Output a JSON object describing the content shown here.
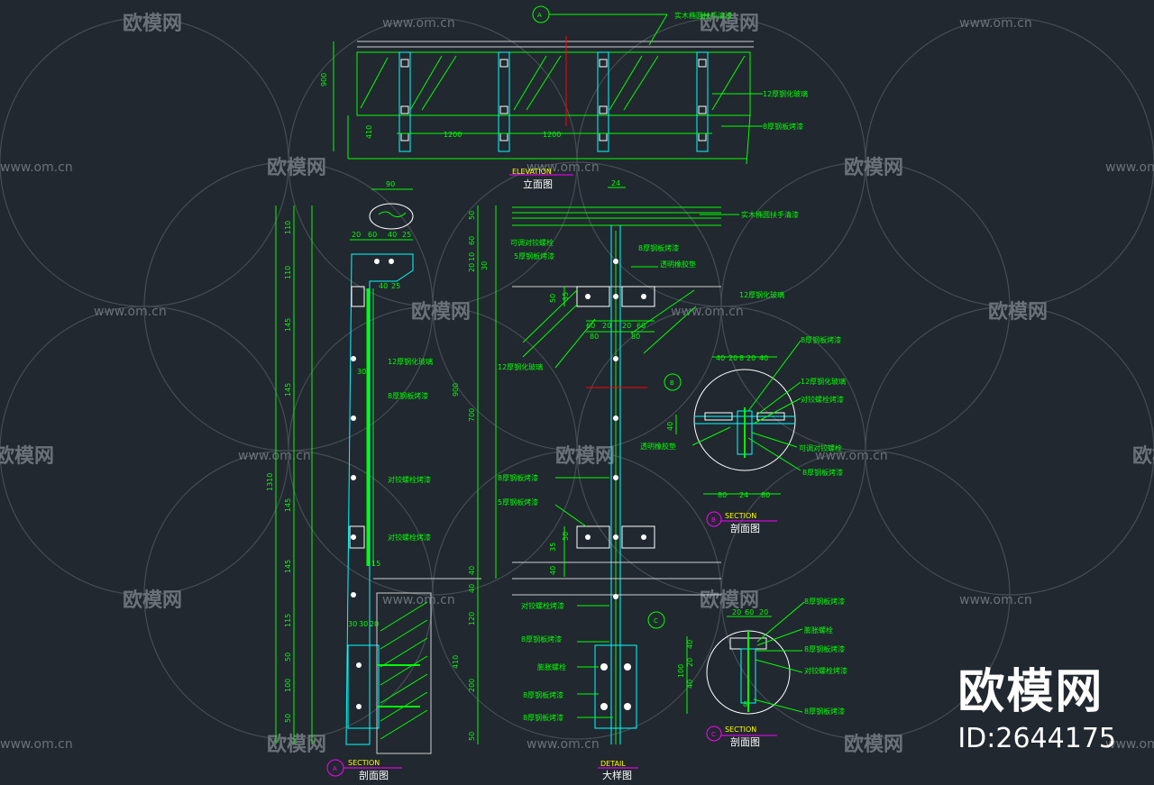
{
  "colors": {
    "bg": "#212830",
    "line_green": "#00ff00",
    "line_cyan": "#00ffff",
    "line_white": "#d0d0d0",
    "line_magenta": "#ff00ff",
    "line_red": "#ff0000",
    "line_yellow": "#ffff00",
    "watermark": "#6a7178"
  },
  "watermark": {
    "brand": "欧模网",
    "url": "www.om.cn",
    "id_text": "ID:2644175"
  },
  "views": {
    "elevation": {
      "en": "ELEVATION",
      "cn": "立面图",
      "marker": "A"
    },
    "section_a": {
      "en": "SECTION",
      "cn": "剖面图",
      "marker": "A"
    },
    "detail": {
      "en": "DETAIL",
      "cn": "大样图"
    },
    "section_b": {
      "en": "SECTION",
      "cn": "剖面图",
      "marker": "B"
    },
    "section_c": {
      "en": "SECTION",
      "cn": "剖面图",
      "marker": "C"
    }
  },
  "elevation_dims": {
    "h900": "900",
    "h410": "410",
    "w1200a": "1200",
    "w1200b": "1200"
  },
  "elevation_notes": {
    "handrail": "实木椭圆扶手清漆",
    "glass": "12厚钢化玻璃",
    "steel": "8厚钢板烤漆"
  },
  "section_a_dims": {
    "top90": "90",
    "d20": "20",
    "d60": "60",
    "d40": "40",
    "d25": "25",
    "d40b": "40",
    "d25b": "25",
    "d30": "30",
    "d15": "15",
    "b30": "30",
    "b30b": "30",
    "b20": "20",
    "total": "1310",
    "v110a": "110",
    "v110b": "110",
    "v145a": "145",
    "v145b": "145",
    "v145c": "145",
    "v145d": "145",
    "v115": "115",
    "v50": "50",
    "v100": "100",
    "v50b": "50"
  },
  "section_a_notes": {
    "glass": "12厚钢化玻璃",
    "steel": "8厚钢板烤漆",
    "bolt1": "对铰螺栓烤漆",
    "bolt2": "对铰螺栓烤漆"
  },
  "detail_dims": {
    "d24": "24",
    "v50a": "50",
    "v60": "60",
    "v10": "10",
    "v20": "20",
    "v30": "30",
    "v900": "900",
    "v700": "700",
    "v40a": "40",
    "v40b": "40",
    "v120": "120",
    "v410": "410",
    "v200": "200",
    "v50b": "50",
    "s50": "50",
    "s35": "35",
    "s35b": "35",
    "s50b": "50",
    "s40": "40",
    "h60a": "60",
    "h20a": "20",
    "h20b": "20",
    "h60b": "60",
    "h80a": "80",
    "h80b": "80"
  },
  "detail_notes": {
    "handrail": "实木椭圆扶手清漆",
    "steel_top": "8厚钢板烤漆",
    "adj_bolt": "可调对铰螺栓",
    "steel5a": "5厚钢板烤漆",
    "rubber": "透明橡胶垫",
    "glass12a": "12厚钢化玻璃",
    "glass12b": "12厚钢化玻璃",
    "steel8": "8厚钢板烤漆",
    "steel5b": "5厚钢板烤漆",
    "bolt": "对铰螺栓烤漆",
    "steel8b": "8厚钢板烤漆",
    "expansion": "膨胀螺栓",
    "steel8c": "8厚钢板烤漆",
    "steel8d": "8厚钢板烤漆"
  },
  "section_b_notes": {
    "n1": "8厚钢板烤漆",
    "n2": "12厚钢化玻璃",
    "n3": "对铰螺栓烤漆",
    "n4": "透明橡胶垫",
    "n5": "可调对铰螺栓",
    "n6": "8厚钢板烤漆"
  },
  "section_b_dims": {
    "t40a": "40",
    "t20a": "20",
    "t8": "8",
    "t20b": "20",
    "t40b": "40",
    "h40": "40",
    "b80a": "80",
    "b24": "24",
    "b80b": "80"
  },
  "section_c_notes": {
    "n1": "8厚钢板烤漆",
    "n2": "膨胀螺栓",
    "n3": "8厚钢板烤漆",
    "n4": "对铰螺栓烤漆",
    "n5": "8厚钢板烤漆"
  },
  "section_c_dims": {
    "t20": "20",
    "t60": "60",
    "t20b": "20",
    "v100": "100",
    "v40a": "40",
    "v20": "20",
    "v40b": "40",
    "v8": "8"
  },
  "marker_b": "B",
  "marker_c": "C",
  "marker_a_top": "A"
}
